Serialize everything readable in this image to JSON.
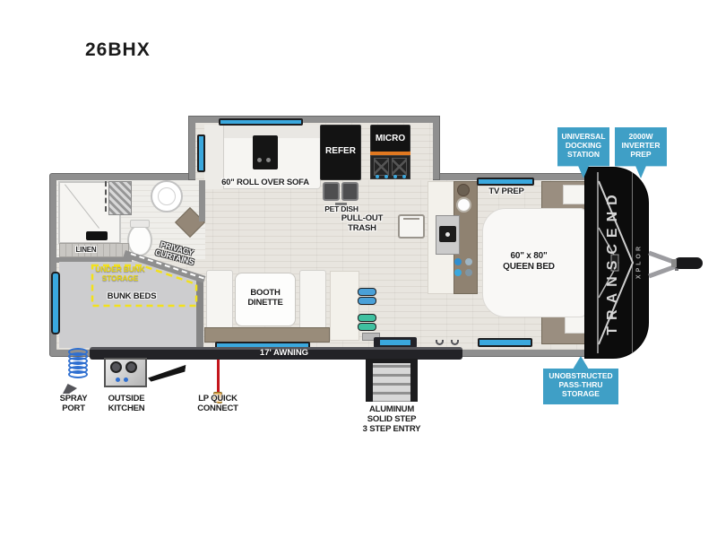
{
  "title": "26BHX",
  "brand": {
    "primary": "TRANSCEND",
    "secondary": "XPLOR"
  },
  "badges": {
    "docking": "UNIVERSAL\nDOCKING\nSTATION",
    "inverter": "2000W\nINVERTER\nPREP",
    "passthru": "UNOBSTRUCTED\nPASS-THRU\nSTORAGE"
  },
  "interior": {
    "sofa": "60\" ROLL OVER SOFA",
    "refer": "REFER",
    "micro": "MICRO",
    "pet_dish": "PET DISH",
    "pull_out_trash": "PULL-OUT\nTRASH",
    "tv_prep": "TV PREP",
    "queen_bed": "60\" x 80\"\nQUEEN BED",
    "linen": "LINEN",
    "privacy_curtains": "PRIVACY\nCURTAINS",
    "under_bunk_storage": "UNDER BUNK\nSTORAGE",
    "bunk_beds": "BUNK BEDS",
    "booth_dinette": "BOOTH\nDINETTE"
  },
  "exterior": {
    "awning": "17' AWNING",
    "spray_port": "SPRAY\nPORT",
    "outside_kitchen": "OUTSIDE\nKITCHEN",
    "lp_quick_connect": "LP QUICK\nCONNECT",
    "entry_step": "ALUMINUM\nSOLID STEP\n3 STEP ENTRY"
  },
  "colors": {
    "badge_blue": "#3f9fc6",
    "window_blue": "#3aa8de",
    "storage_yellow": "#f2e11c",
    "lp_red": "#c4161c",
    "spray_hose_blue": "#2f6fd0",
    "stool_teal": "#3fc0a0",
    "stool_blue": "#4aa0d8",
    "front_cap_black": "#0c0c0c"
  }
}
